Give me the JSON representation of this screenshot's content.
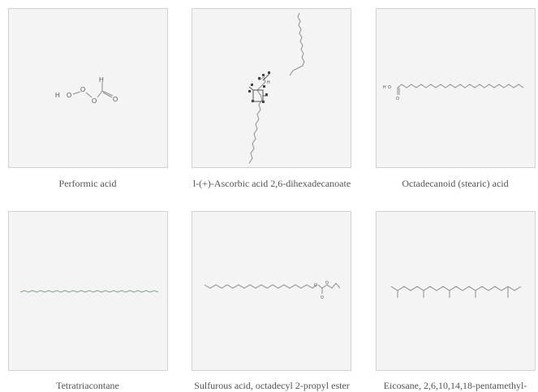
{
  "compounds": [
    {
      "name": "Performic acid"
    },
    {
      "name": "l-(+)-Ascorbic acid 2,6-dihexadecanoate"
    },
    {
      "name": "Octadecanoid (stearic) acid"
    },
    {
      "name": "Tetratriacontane"
    },
    {
      "name": "Sulfurous acid, octadecyl 2-propyl ester"
    },
    {
      "name": "Eicosane, 2,6,10,14,18-pentamethyl-"
    }
  ],
  "atom_labels": {
    "hydrogen": "H",
    "oxygen": "O"
  },
  "colors": {
    "card_background": "#f4f4f4",
    "card_border": "#d2d2d2",
    "bond": "#8c8c8c",
    "bond_green": "#7aa58a",
    "caption_text": "#555555"
  }
}
